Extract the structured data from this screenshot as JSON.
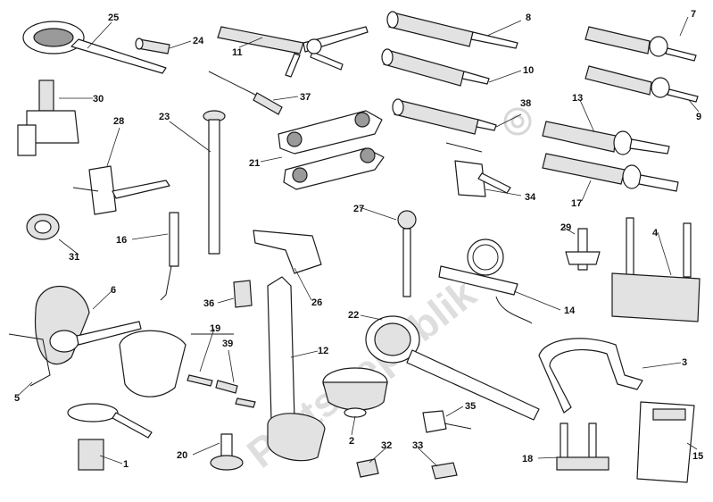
{
  "watermark": "PartsRepublik",
  "callouts": {
    "c1": "1",
    "c2": "2",
    "c3": "3",
    "c4": "4",
    "c5": "5",
    "c6": "6",
    "c7": "7",
    "c8": "8",
    "c9": "9",
    "c10": "10",
    "c11": "11",
    "c12": "12",
    "c13": "13",
    "c14": "14",
    "c15": "15",
    "c16": "16",
    "c17": "17",
    "c18": "18",
    "c19": "19",
    "c20": "20",
    "c21": "21",
    "c22": "22",
    "c23": "23",
    "c24": "24",
    "c25": "25",
    "c26": "26",
    "c27": "27",
    "c28": "28",
    "c29": "29",
    "c30": "30",
    "c31": "31",
    "c32": "32",
    "c33": "33",
    "c34": "34",
    "c35": "35",
    "c36": "36",
    "c37": "37",
    "c38": "38",
    "c39": "39"
  },
  "colors": {
    "line": "#1a1a1a",
    "shade": "#e2e2e2",
    "watermark": "#b8b8b8"
  }
}
